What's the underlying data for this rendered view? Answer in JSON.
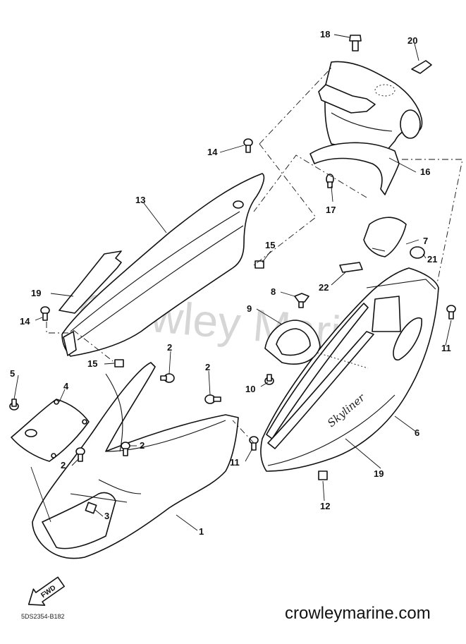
{
  "diagram": {
    "watermark": "Crowley Marine",
    "body_logo": "Skyliner",
    "fwd_label": "FWD",
    "code": "5DS2354-B182",
    "site": "crowleymarine.com",
    "callouts": [
      {
        "id": "c1",
        "label": "1"
      },
      {
        "id": "c2a",
        "label": "2"
      },
      {
        "id": "c2b",
        "label": "2"
      },
      {
        "id": "c2c",
        "label": "2"
      },
      {
        "id": "c2d",
        "label": "2"
      },
      {
        "id": "c3",
        "label": "3"
      },
      {
        "id": "c4",
        "label": "4"
      },
      {
        "id": "c5",
        "label": "5"
      },
      {
        "id": "c6",
        "label": "6"
      },
      {
        "id": "c7",
        "label": "7"
      },
      {
        "id": "c8",
        "label": "8"
      },
      {
        "id": "c9",
        "label": "9"
      },
      {
        "id": "c10",
        "label": "10"
      },
      {
        "id": "c11a",
        "label": "11"
      },
      {
        "id": "c11b",
        "label": "11"
      },
      {
        "id": "c12",
        "label": "12"
      },
      {
        "id": "c13",
        "label": "13"
      },
      {
        "id": "c14a",
        "label": "14"
      },
      {
        "id": "c14b",
        "label": "14"
      },
      {
        "id": "c15a",
        "label": "15"
      },
      {
        "id": "c15b",
        "label": "15"
      },
      {
        "id": "c16",
        "label": "16"
      },
      {
        "id": "c17",
        "label": "17"
      },
      {
        "id": "c18",
        "label": "18"
      },
      {
        "id": "c19a",
        "label": "19"
      },
      {
        "id": "c19b",
        "label": "19"
      },
      {
        "id": "c20",
        "label": "20"
      },
      {
        "id": "c21",
        "label": "21"
      },
      {
        "id": "c22",
        "label": "22"
      }
    ]
  }
}
